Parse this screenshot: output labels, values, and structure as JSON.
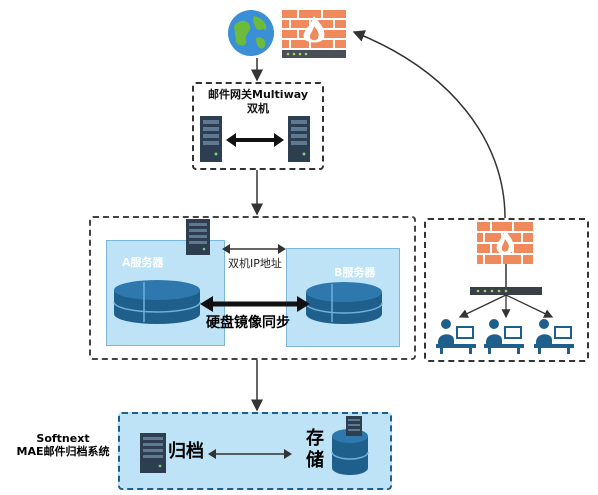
{
  "gateway": {
    "title_line1": "邮件网关Multiway",
    "title_line2": "双机"
  },
  "cluster": {
    "server_a_label": "A服务器",
    "server_b_label": "B服务器",
    "dual_ip_label": "双机IP地址",
    "mirror_label": "硬盘镜像同步"
  },
  "archive": {
    "system_label_line1": "Softnext",
    "system_label_line2": "MAE邮件归档系统",
    "archive_label": "归档",
    "storage_label_line1": "存",
    "storage_label_line2": "储"
  },
  "icons": [
    "globe-icon",
    "firewall-icon",
    "server-icon",
    "database-icon",
    "switch-icon",
    "workstation-icon"
  ],
  "colors": {
    "blue_panel": "#bfe3f6",
    "dark_blue": "#1f5f8b",
    "firewall": "#f08a5d",
    "server": "#2c3e50"
  }
}
